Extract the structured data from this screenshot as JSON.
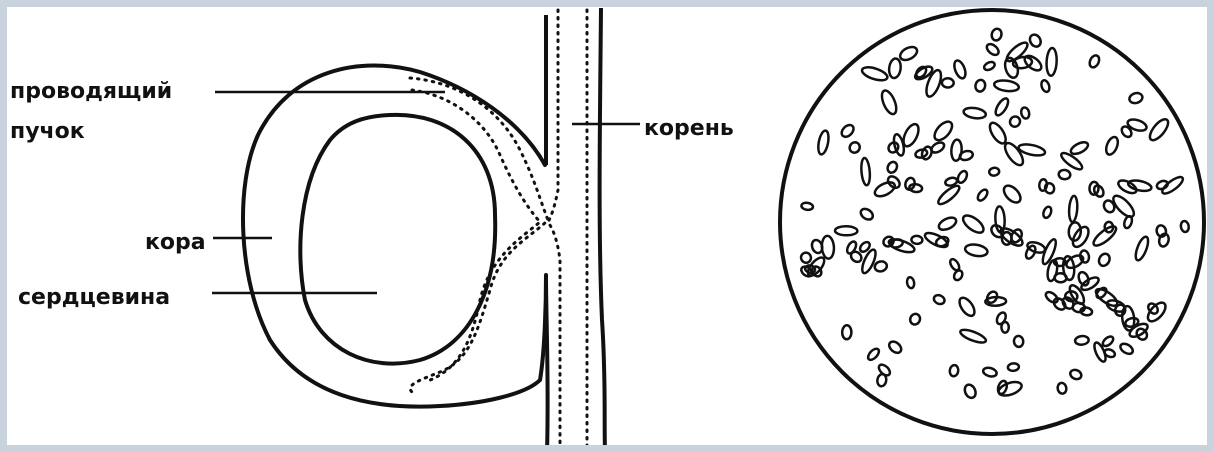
{
  "labels": {
    "bundle_line1": "проводящий",
    "bundle_line2": "пучок",
    "cortex": "кора",
    "pith": "сердцевина",
    "root": "корень"
  },
  "colors": {
    "ink": "#111111",
    "paper": "#ffffff",
    "border": "#c9d3de"
  }
}
